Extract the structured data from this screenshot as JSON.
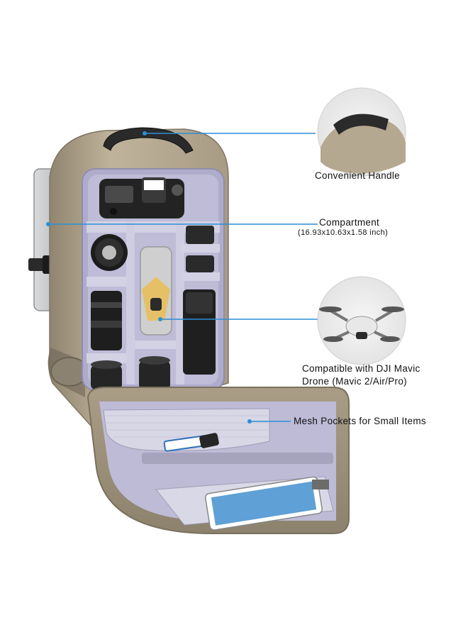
{
  "callouts": {
    "handle": {
      "title": "Convenient Handle",
      "icon": "backpack-handle-closeup"
    },
    "compartment": {
      "title": "Compartment",
      "subtitle": "(16.93x10.63x1.58 inch)"
    },
    "drone": {
      "title_line1": "Compatible with DJI Mavic",
      "title_line2": "Drone (Mavic 2/Air/Pro)",
      "icon": "drone-closeup"
    },
    "mesh": {
      "title": "Mesh Pockets for Small Items"
    }
  },
  "colors": {
    "bag_shell": "#b9ac95",
    "bag_shell_dark": "#8e8371",
    "lining": "#b7b5cf",
    "divider": "#c9c7db",
    "callout_line": "#2c8fd6"
  }
}
